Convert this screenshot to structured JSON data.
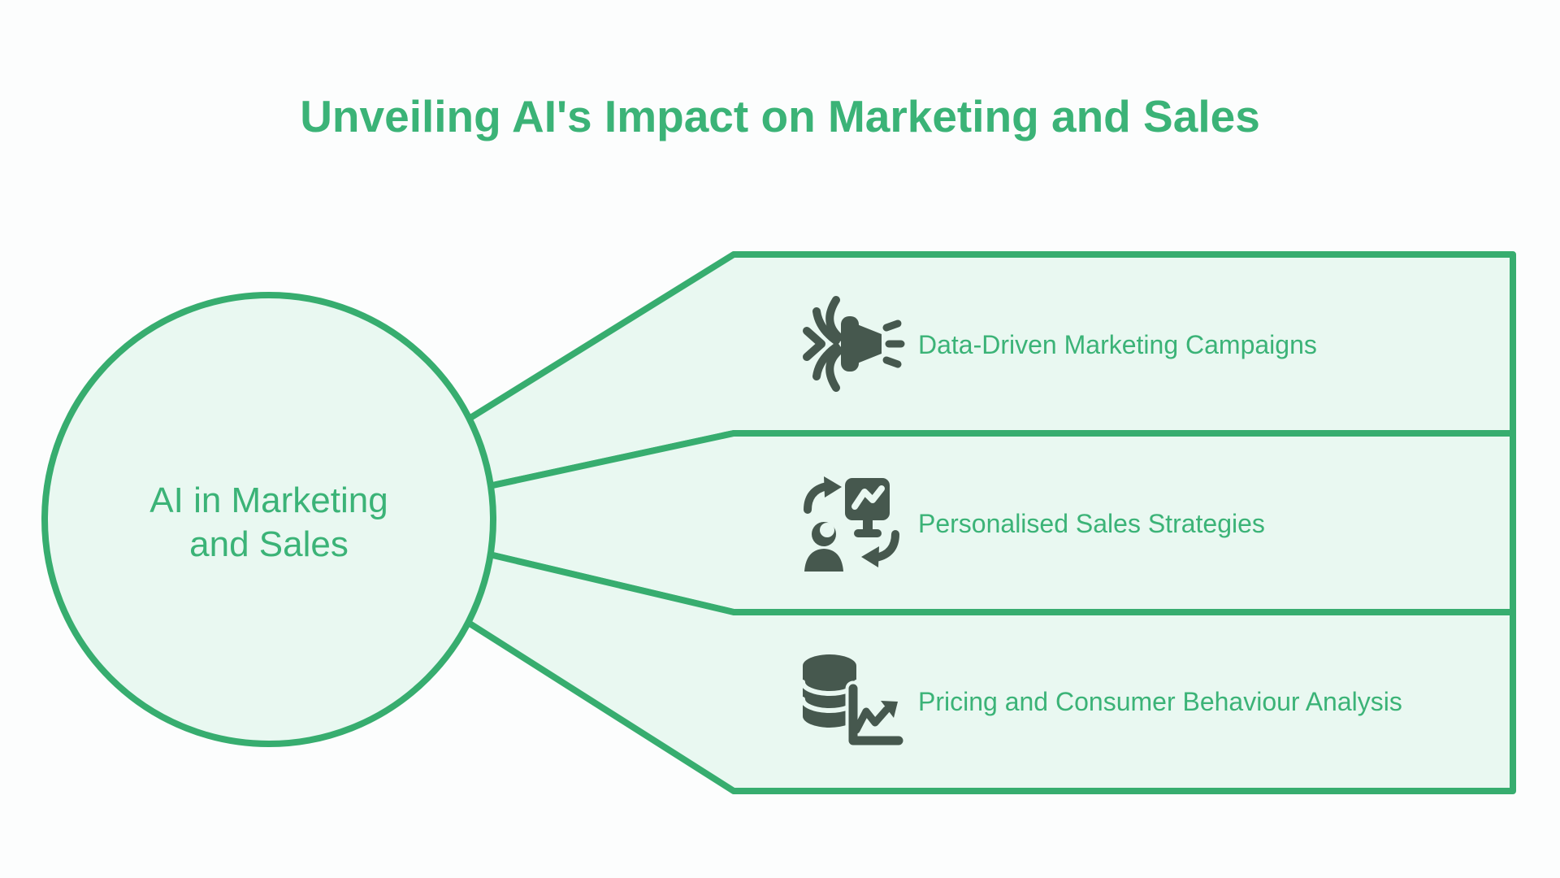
{
  "title": "Unveiling AI's Impact on Marketing and Sales",
  "hub": {
    "label_line1": "AI in Marketing",
    "label_line2": "and Sales"
  },
  "branches": [
    {
      "label": "Data-Driven Marketing Campaigns",
      "icon": "megaphone-streams-icon"
    },
    {
      "label": "Personalised Sales Strategies",
      "icon": "customer-analytics-exchange-icon"
    },
    {
      "label": "Pricing and Consumer Behaviour Analysis",
      "icon": "database-trend-chart-icon"
    }
  ],
  "colors": {
    "accent_green": "#37ad6f",
    "text_green": "#3bb377",
    "fill_mint": "#e9f8f1",
    "icon_dark": "#46584e",
    "background": "#fcfdfd"
  }
}
